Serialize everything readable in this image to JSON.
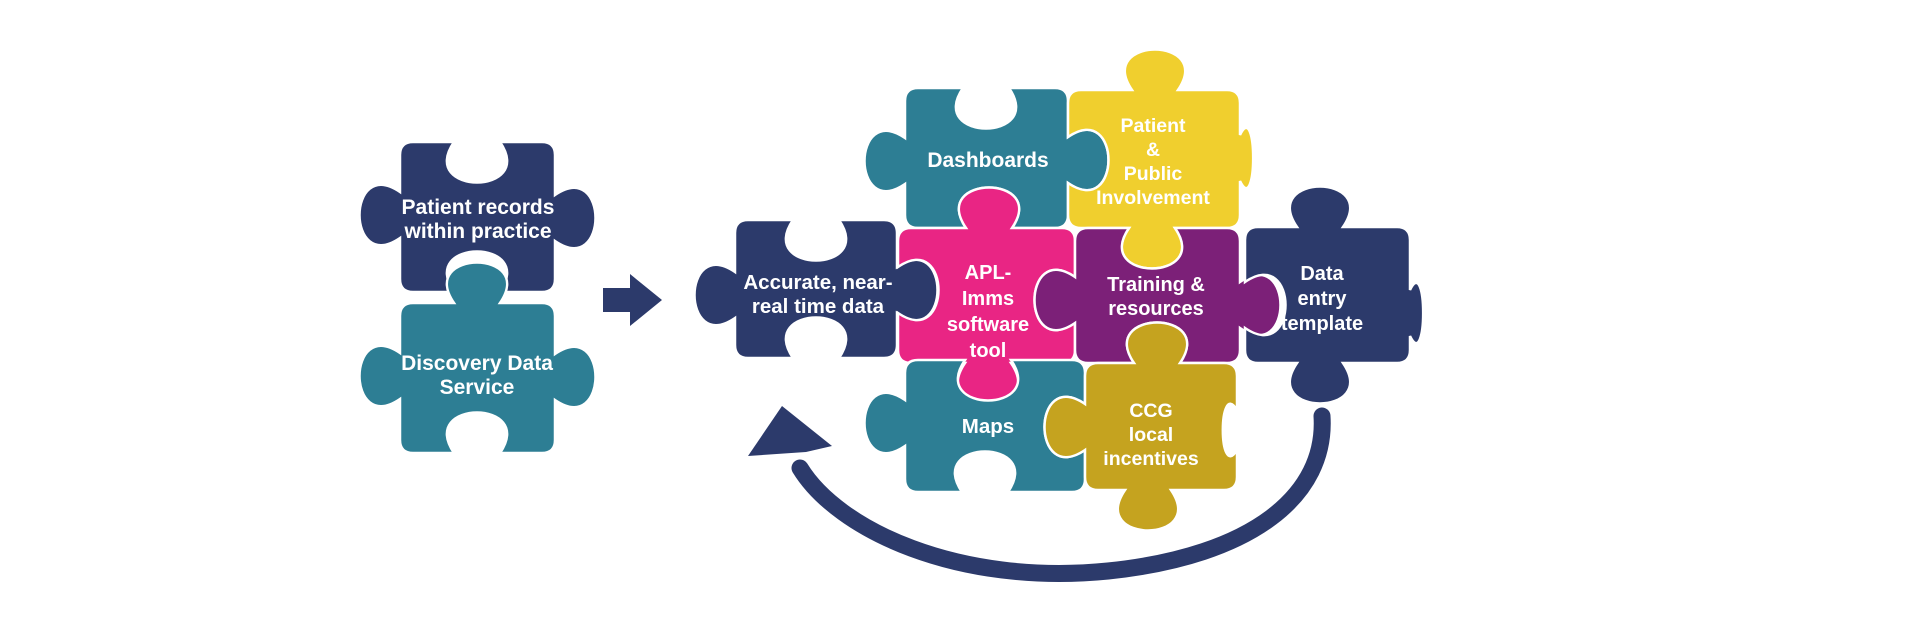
{
  "diagram": {
    "background": "#ffffff",
    "colors": {
      "navy": "#2c3a6b",
      "teal": "#2d7e94",
      "yellow": "#f0cf2e",
      "pink": "#e92584",
      "purple": "#7c2078",
      "gold": "#c5a31f",
      "label_text": "#ffffff"
    },
    "source_pieces": [
      {
        "id": "patient-records",
        "color": "navy",
        "lines": [
          "Patient records",
          "within practice"
        ]
      },
      {
        "id": "discovery-data-service",
        "color": "teal",
        "lines": [
          "Discovery Data",
          "Service"
        ]
      }
    ],
    "flow_arrow": {
      "id": "flow-arrow",
      "color": "navy",
      "direction": "right"
    },
    "cluster_pieces": [
      {
        "id": "dashboards",
        "color": "teal",
        "lines": [
          "Dashboards"
        ]
      },
      {
        "id": "patient-public-involvement",
        "color": "yellow",
        "lines": [
          "Patient",
          "&",
          "Public",
          "Involvement"
        ]
      },
      {
        "id": "accurate-data",
        "color": "navy",
        "lines": [
          "Accurate, near-",
          "real time data"
        ]
      },
      {
        "id": "apl-imms",
        "color": "pink",
        "lines": [
          "APL-",
          "Imms",
          "software",
          "tool"
        ]
      },
      {
        "id": "training-resources",
        "color": "purple",
        "lines": [
          "Training &",
          "resources"
        ]
      },
      {
        "id": "data-entry-template",
        "color": "navy",
        "lines": [
          "Data",
          "entry",
          "template"
        ]
      },
      {
        "id": "maps",
        "color": "teal",
        "lines": [
          "Maps"
        ]
      },
      {
        "id": "ccg-local-incentives",
        "color": "gold",
        "lines": [
          "CCG",
          "local",
          "incentives"
        ]
      }
    ],
    "cycle_arrow": {
      "id": "cycle-arrow",
      "color": "navy",
      "direction": "counter-clockwise"
    }
  }
}
